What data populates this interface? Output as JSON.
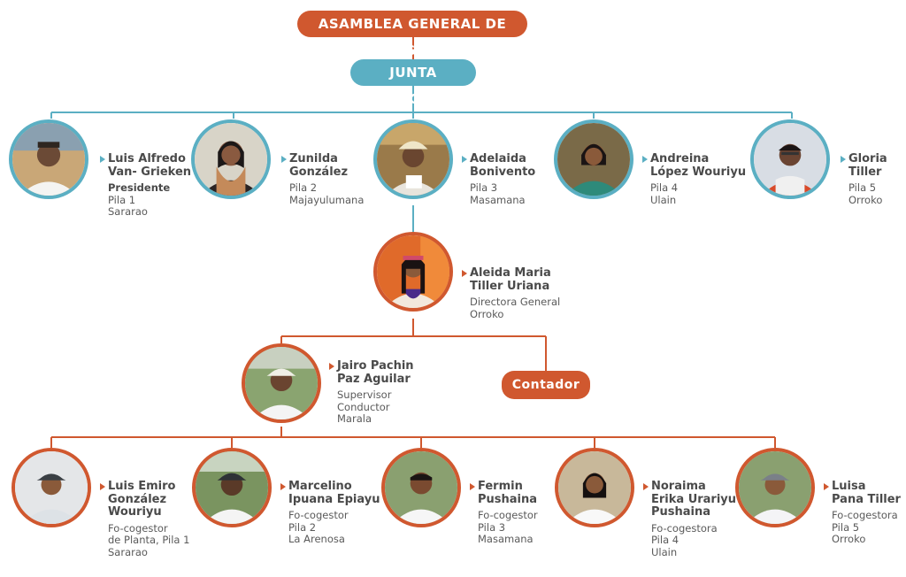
{
  "header": {
    "asamblea": "ASAMBLEA GENERAL DE DELEGADOS",
    "junta": "JUNTA DIRECTIVA",
    "contador": "Contador"
  },
  "colors": {
    "orange": "#d0582f",
    "teal": "#5bafc3"
  },
  "junta_members": [
    {
      "name": "Luis Alfredo\nVan- Grieken",
      "role": "Presidente",
      "details": "Pila 1\nSararao"
    },
    {
      "name": "Zunilda\nGonzález",
      "details": "Pila 2\nMajayulumana"
    },
    {
      "name": "Adelaida\nBonivento",
      "details": "Pila 3\nMasamana"
    },
    {
      "name": "Andreina\nLópez Wouriyu",
      "details": "Pila 4\nUlain"
    },
    {
      "name": "Gloria\nTiller",
      "details": "Pila 5\nOrroko"
    }
  ],
  "directora": {
    "name": "Aleida Maria\nTiller Uriana",
    "details": "Directora General\nOrroko"
  },
  "supervisor": {
    "name": "Jairo Pachin\nPaz Aguilar",
    "details": "Supervisor\nConductor\nMarala"
  },
  "cogestores": [
    {
      "name": "Luis Emiro\nGonzález\nWouriyu",
      "details": "Fo-cogestor\nde Planta, Pila 1\nSararao"
    },
    {
      "name": "Marcelino\nIpuana Epiayu",
      "details": "Fo-cogestor\nPila 2\nLa Arenosa"
    },
    {
      "name": "Fermin\nPushaina",
      "details": "Fo-cogestor\nPila 3\nMasamana"
    },
    {
      "name": "Noraima\nErika Urariyu\nPushaina",
      "details": "Fo-cogestora\nPila 4\nUlain"
    },
    {
      "name": "Luisa\nPana Tiller",
      "details": "Fo-cogestora\nPila 5\nOrroko"
    }
  ]
}
